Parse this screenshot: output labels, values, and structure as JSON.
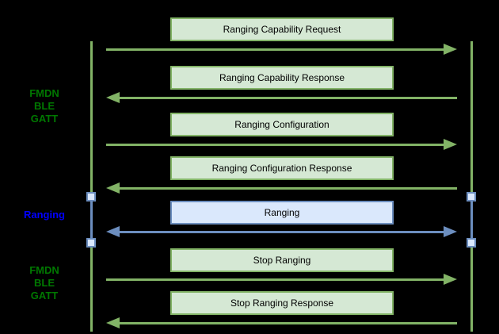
{
  "diagram_type": "sequence-diagram",
  "background_color": "#000000",
  "lanes": [
    {
      "text": "FMDN\nBLE\nGATT",
      "color": "#007800"
    },
    {
      "text": "Ranging",
      "color": "#0000ff"
    },
    {
      "text": "FMDN\nBLE\nGATT",
      "color": "#007800"
    }
  ],
  "messages": [
    {
      "label": "Ranging Capability Request",
      "direction": "right",
      "style": "green"
    },
    {
      "label": "Ranging Capability Response",
      "direction": "left",
      "style": "green"
    },
    {
      "label": "Ranging Configuration",
      "direction": "right",
      "style": "green"
    },
    {
      "label": "Ranging Configuration Response",
      "direction": "left",
      "style": "green"
    },
    {
      "label": "Ranging",
      "direction": "both",
      "style": "blue"
    },
    {
      "label": "Stop Ranging",
      "direction": "right",
      "style": "green"
    },
    {
      "label": "Stop Ranging Response",
      "direction": "left",
      "style": "green"
    }
  ],
  "colors": {
    "green_fill": "#d5e8d4",
    "green_stroke": "#82b366",
    "blue_fill": "#dae8fc",
    "blue_stroke": "#6c8ebf",
    "lane_label_green": "#007800",
    "lane_label_blue": "#0000ff",
    "message_text": "#000000",
    "background": "#000000"
  }
}
